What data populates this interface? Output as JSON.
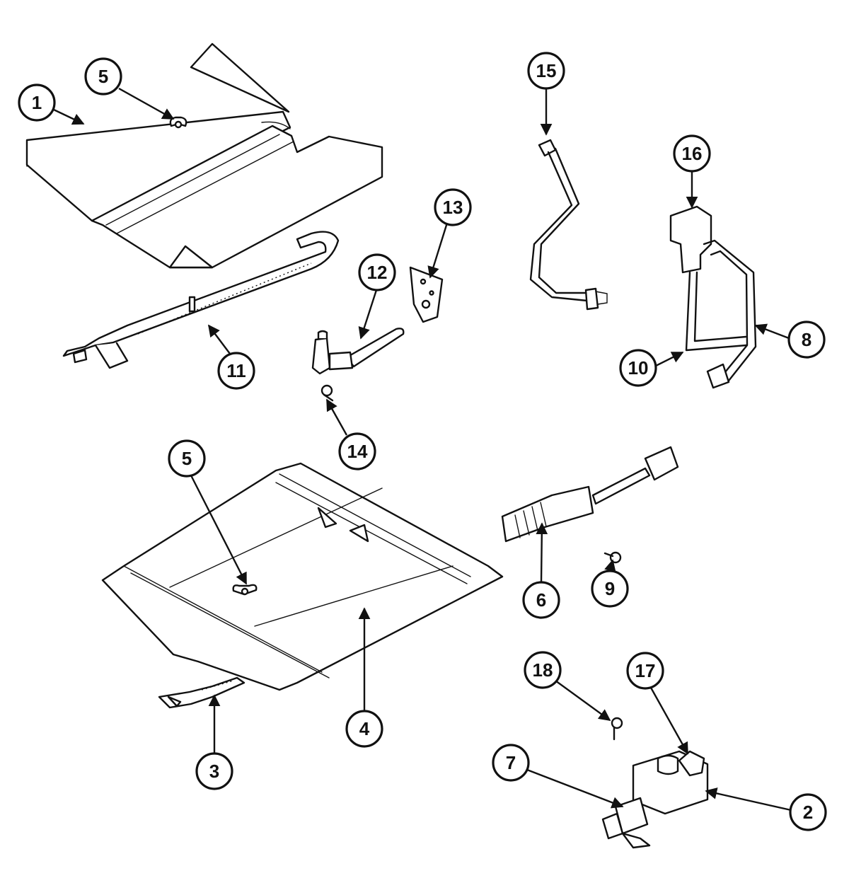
{
  "callouts": [
    {
      "id": "c1a",
      "label": "1"
    },
    {
      "id": "c5a",
      "label": "5"
    },
    {
      "id": "c15",
      "label": "15"
    },
    {
      "id": "c16",
      "label": "16"
    },
    {
      "id": "c13",
      "label": "13"
    },
    {
      "id": "c12",
      "label": "12"
    },
    {
      "id": "c11",
      "label": "11"
    },
    {
      "id": "c14",
      "label": "14"
    },
    {
      "id": "c10",
      "label": "10"
    },
    {
      "id": "c8",
      "label": "8"
    },
    {
      "id": "c5b",
      "label": "5"
    },
    {
      "id": "c6",
      "label": "6"
    },
    {
      "id": "c9",
      "label": "9"
    },
    {
      "id": "c4",
      "label": "4"
    },
    {
      "id": "c3",
      "label": "3"
    },
    {
      "id": "c18",
      "label": "18"
    },
    {
      "id": "c17",
      "label": "17"
    },
    {
      "id": "c7",
      "label": "7"
    },
    {
      "id": "c2",
      "label": "2"
    }
  ]
}
